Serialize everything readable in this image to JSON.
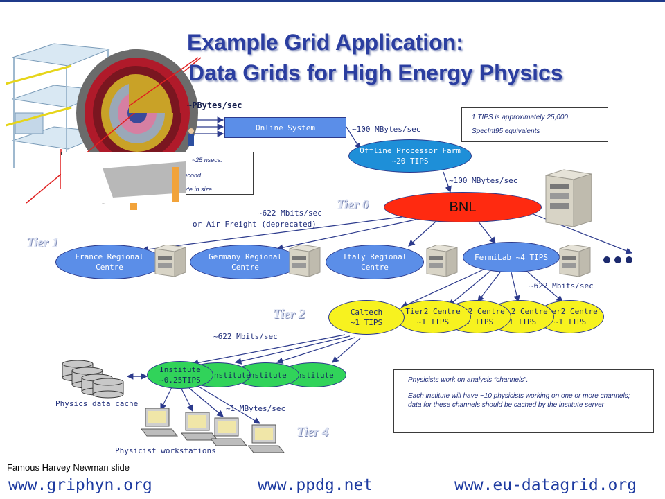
{
  "title": {
    "line1": "Example Grid Application:",
    "line2": "Data Grids for High Energy Physics"
  },
  "labels": {
    "detector_rate": "~PBytes/sec",
    "online_to_offline": "~100 MBytes/sec",
    "offline_to_bnl": "~100 MBytes/sec",
    "bnl_to_tier1": "~622 Mbits/sec",
    "air_freight": "or Air Freight (deprecated)",
    "tier1_to_tier2": "~622 Mbits/sec",
    "tier2_to_institute": "~622 Mbits/sec",
    "institute_to_ws": "~1 MBytes/sec",
    "physics_cache": "Physics data cache",
    "workstations": "Physicist workstations"
  },
  "tiers": [
    "Tier 0",
    "Tier 1",
    "Tier 2",
    "Tier 4"
  ],
  "nodes": {
    "online_system": "Online System",
    "offline_farm": "Offline Processor Farm",
    "offline_farm_tips": "~20 TIPS",
    "bnl": "BNL",
    "france": "France Regional Centre",
    "germany": "Germany Regional Centre",
    "italy": "Italy Regional Centre",
    "fermilab": "FermiLab ~4 TIPS",
    "caltech": "Caltech",
    "caltech_tips": "~1 TIPS",
    "tier2_centre": "Tier2 Centre",
    "tier2_tips": "~1 TIPS",
    "institute": "Institute",
    "institute_main": "Institute",
    "institute_main_tips": "~0.25TIPS"
  },
  "notes": {
    "tips_line1": "1 TIPS is approximately 25,000",
    "tips_line2": "SpecInt95 equivalents",
    "bunch_line1": "~25 nsecs.",
    "bunch_line2": "second",
    "bunch_line3": "byte in size",
    "channels_line1": "Physicists work on analysis “channels”.",
    "channels_line2": "Each institute will have ~10 physicists working on one or more channels; data for these channels should be cached by the institute server"
  },
  "footer": {
    "credit": "Famous Harvey Newman slide",
    "url1": "www.griphyn.org",
    "url2": "www.ppdg.net",
    "url3": "www.eu-datagrid.org"
  },
  "colors": {
    "title": "#2b3ea0",
    "bnl": "#ff2a10",
    "regional": "#5b8ee8",
    "tier2": "#f7f21f",
    "institute": "#31d35a",
    "offline": "#1e8fd8"
  }
}
